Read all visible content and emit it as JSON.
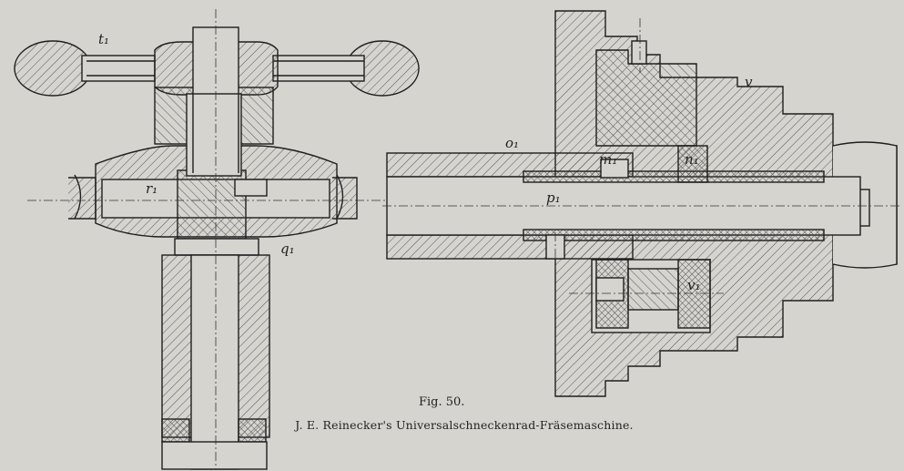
{
  "figure": {
    "number": "Fig. 50.",
    "title": "J. E. Reinecker's Universalschneckenrad-Fräsemaschine.",
    "colors": {
      "paper": "#d6d4cf",
      "ink": "#1e1e1e",
      "hatch": "#555555"
    }
  },
  "labels": {
    "t1": "t₁",
    "r1": "r₁",
    "q1": "q₁",
    "o1": "o₁",
    "m1": "m₁",
    "n1": "n₁",
    "p1": "p₁",
    "v": "v",
    "v1": "v₁"
  }
}
